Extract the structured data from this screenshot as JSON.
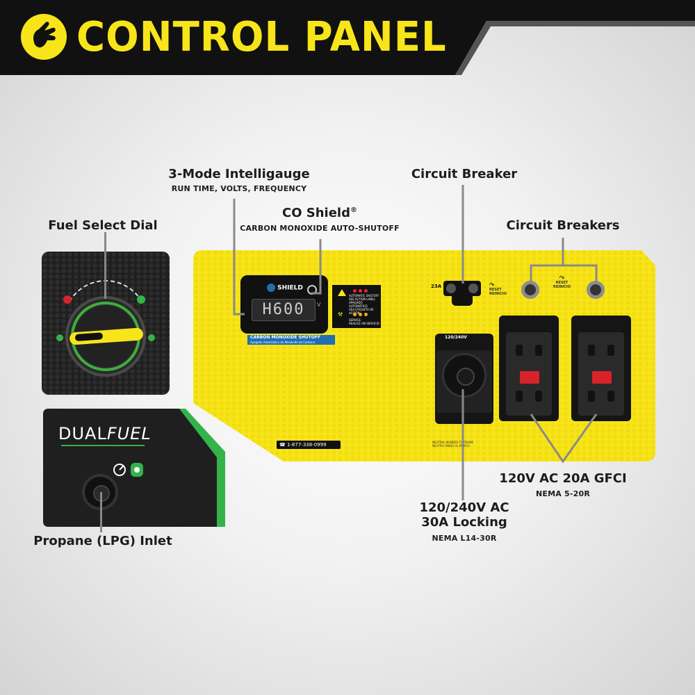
{
  "header": {
    "title": "CONTROL PANEL",
    "logo_icon": "champion-hand-icon"
  },
  "labels": {
    "fuel_select": "Fuel Select Dial",
    "intelligauge": "3-Mode Intelligauge",
    "intelligauge_sub": "RUN TIME, VOLTS, FREQUENCY",
    "co_shield": "CO Shield",
    "co_shield_reg": "®",
    "co_shield_sub": "CARBON MONOXIDE AUTO-SHUTOFF",
    "circuit_breaker": "Circuit Breaker",
    "circuit_breakers": "Circuit Breakers",
    "gfci": "120V AC 20A GFCI",
    "gfci_sub": "NEMA 5-20R",
    "locking_line1": "120/240V AC",
    "locking_line2": "30A Locking",
    "locking_sub": "NEMA L14-30R",
    "propane": "Propane (LPG) Inlet"
  },
  "panel": {
    "display_value": "H600",
    "display_unit": "V",
    "co_badge": "SHIELD",
    "co_bar": "CARBON MONOXIDE SHUTOFF",
    "co_bar_sub": "Apagado Automático de Monóxido de Carbono",
    "warn1": "AUTOMATIC SHUTOFF",
    "warn1_sub": "SEE ACTION LABEL",
    "warn2": "APAGADO AUTOMÁTICO",
    "warn2_sub": "VEA ETIQUETA DE ACCIÓN",
    "warn3": "SERVICE",
    "warn3_sub": "REALICE UN SERVICIO",
    "phone": "1-877-338-0999",
    "breaker_rating": "23A",
    "reset": "RESET",
    "reset_es": "REINICIO",
    "locking_label": "120/240V",
    "neutral": "NEUTRAL BONDED TO FRAME",
    "neutral_es": "NEUTRO UNIDO AL MARCO"
  },
  "dual_fuel": {
    "brand_a": "DUAL",
    "brand_b": "FUEL"
  },
  "colors": {
    "yellow": "#f7e51a",
    "green": "#34b34a",
    "dark": "#1b1b1b",
    "blue": "#1f6fb2"
  }
}
